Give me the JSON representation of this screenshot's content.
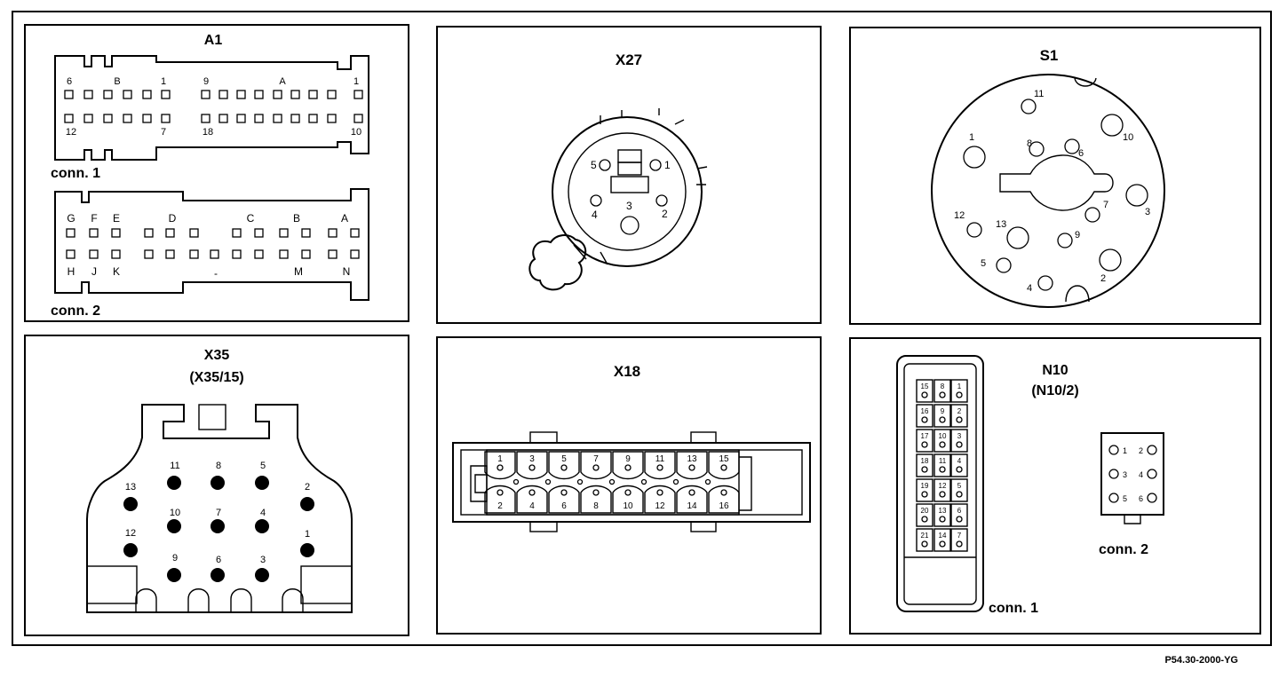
{
  "reference": "P54.30-2000-YG",
  "panels": {
    "a1": {
      "title": "A1",
      "conn1": {
        "label": "conn. 1",
        "pin_labels": [
          "6",
          "B",
          "1",
          "9",
          "A",
          "1",
          "12",
          "7",
          "18",
          "10"
        ]
      },
      "conn2": {
        "label": "conn. 2",
        "top_letters": [
          "G",
          "F",
          "E",
          "D",
          "C",
          "B",
          "A"
        ],
        "bottom_letters": [
          "H",
          "J",
          "K",
          "-",
          "M",
          "N"
        ]
      }
    },
    "x27": {
      "title": "X27",
      "pins": [
        "5",
        "1",
        "4",
        "3",
        "2"
      ]
    },
    "s1": {
      "title": "S1",
      "pins": [
        "11",
        "10",
        "1",
        "8",
        "6",
        "3",
        "7",
        "12",
        "13",
        "9",
        "5",
        "4",
        "2"
      ]
    },
    "x35": {
      "title": "X35",
      "subtitle": "(X35/15)",
      "pins": [
        "11",
        "8",
        "5",
        "13",
        "2",
        "10",
        "7",
        "4",
        "12",
        "1",
        "9",
        "6",
        "3"
      ]
    },
    "x18": {
      "title": "X18",
      "top_pins": [
        "1",
        "3",
        "5",
        "7",
        "9",
        "11",
        "13",
        "15"
      ],
      "bottom_pins": [
        "2",
        "4",
        "6",
        "8",
        "10",
        "12",
        "14",
        "16"
      ]
    },
    "n10": {
      "title": "N10",
      "subtitle": "(N10/2)",
      "conn1": {
        "label": "conn. 1",
        "pins": [
          "15",
          "8",
          "1",
          "16",
          "9",
          "2",
          "17",
          "10",
          "3",
          "18",
          "11",
          "4",
          "19",
          "12",
          "5",
          "20",
          "13",
          "6",
          "21",
          "14",
          "7"
        ]
      },
      "conn2": {
        "label": "conn. 2",
        "pins": [
          "1",
          "2",
          "3",
          "4",
          "5",
          "6"
        ]
      }
    }
  }
}
